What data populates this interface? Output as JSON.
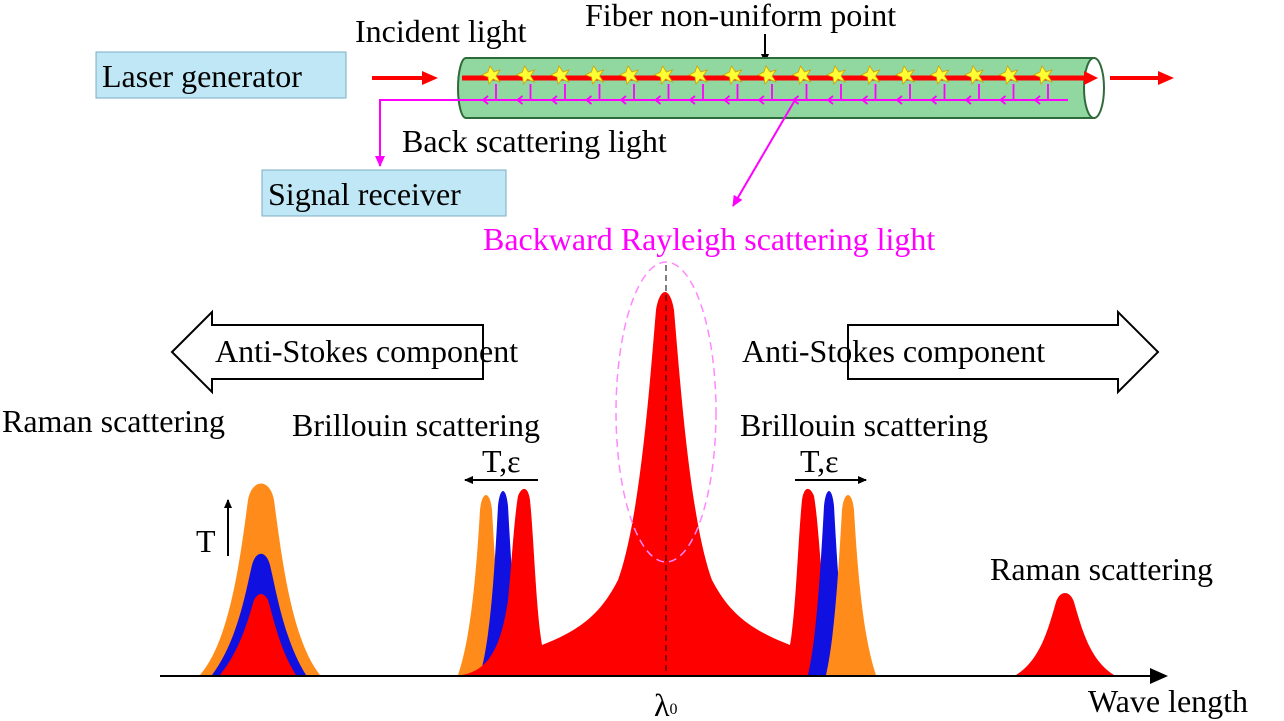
{
  "colors": {
    "laser_arrow": "#ff0000",
    "fiber_fill": "#90d7a0",
    "box_fill": "#bfe7f5",
    "backscatter": "#ff00ff",
    "red_peak": "#ff0000",
    "orange_peak": "#ff8c1a",
    "blue_peak": "#1010e0"
  },
  "top": {
    "laser_generator": "Laser generator",
    "incident_light": "Incident light",
    "fiber_point": "Fiber non-uniform point",
    "back_scattering": "Back scattering light",
    "signal_receiver": "Signal receiver",
    "rayleigh": "Backward Rayleigh scattering light"
  },
  "spectrum": {
    "left_component": "Anti-Stokes component",
    "right_component": "Anti-Stokes component",
    "raman_left": "Raman scattering",
    "brillouin_left": "Brillouin scattering",
    "brillouin_right": "Brillouin scattering",
    "raman_right": "Raman scattering",
    "te_left": "T,ε",
    "te_right": "T,ε",
    "t_label": "T",
    "lambda": "λ",
    "lambda_sub": "0",
    "axis_label": "Wave length"
  }
}
